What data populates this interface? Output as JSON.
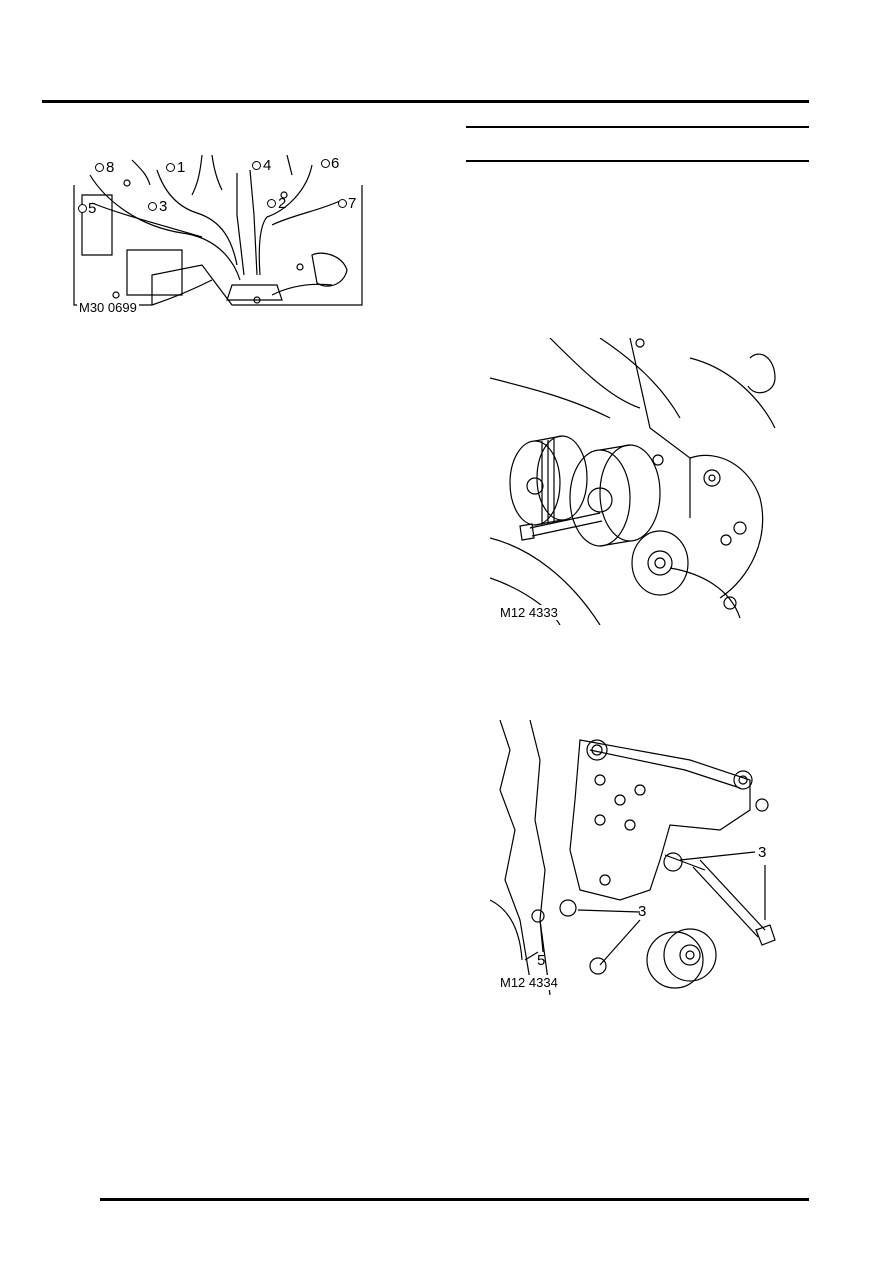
{
  "figures": [
    {
      "id": "exhaust_manifold",
      "ref": "M30 0699",
      "callouts": [
        "1",
        "2",
        "3",
        "4",
        "5",
        "6",
        "7",
        "8"
      ]
    },
    {
      "id": "belt_tensioner",
      "ref": "M12 4333",
      "callouts": []
    },
    {
      "id": "tensioner_bracket",
      "ref": "M12 4334",
      "callouts": [
        "3",
        "3",
        "5"
      ]
    }
  ]
}
